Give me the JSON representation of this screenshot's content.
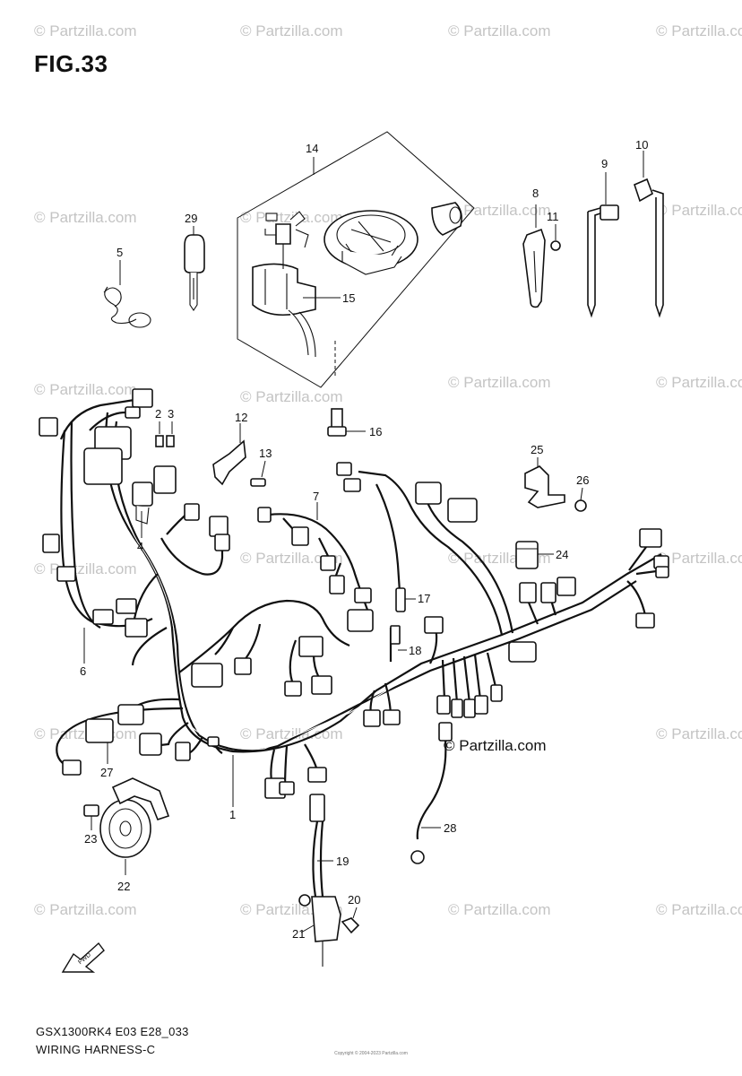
{
  "figure": {
    "title": "FIG.33",
    "code": "GSX1300RK4 E03 E28_033",
    "name": "WIRING HARNESS-C",
    "copyright": "Copyright © 2004-2023 Partzilla.com"
  },
  "watermark": {
    "text": "© Partzilla.com",
    "brand_text": "© Partzilla.com"
  },
  "callouts": {
    "c1": "1",
    "c2": "2",
    "c3": "3",
    "c4": "4",
    "c5": "5",
    "c6": "6",
    "c7": "7",
    "c8": "8",
    "c9": "9",
    "c10": "10",
    "c11": "11",
    "c12": "12",
    "c13": "13",
    "c14": "14",
    "c15": "15",
    "c16": "16",
    "c17": "17",
    "c18": "18",
    "c19": "19",
    "c20": "20",
    "c21": "21",
    "c22": "22",
    "c23": "23",
    "c24": "24",
    "c25": "25",
    "c26": "26",
    "c27": "27",
    "c28": "28",
    "c29": "29"
  },
  "direction": {
    "label": "FWD"
  }
}
